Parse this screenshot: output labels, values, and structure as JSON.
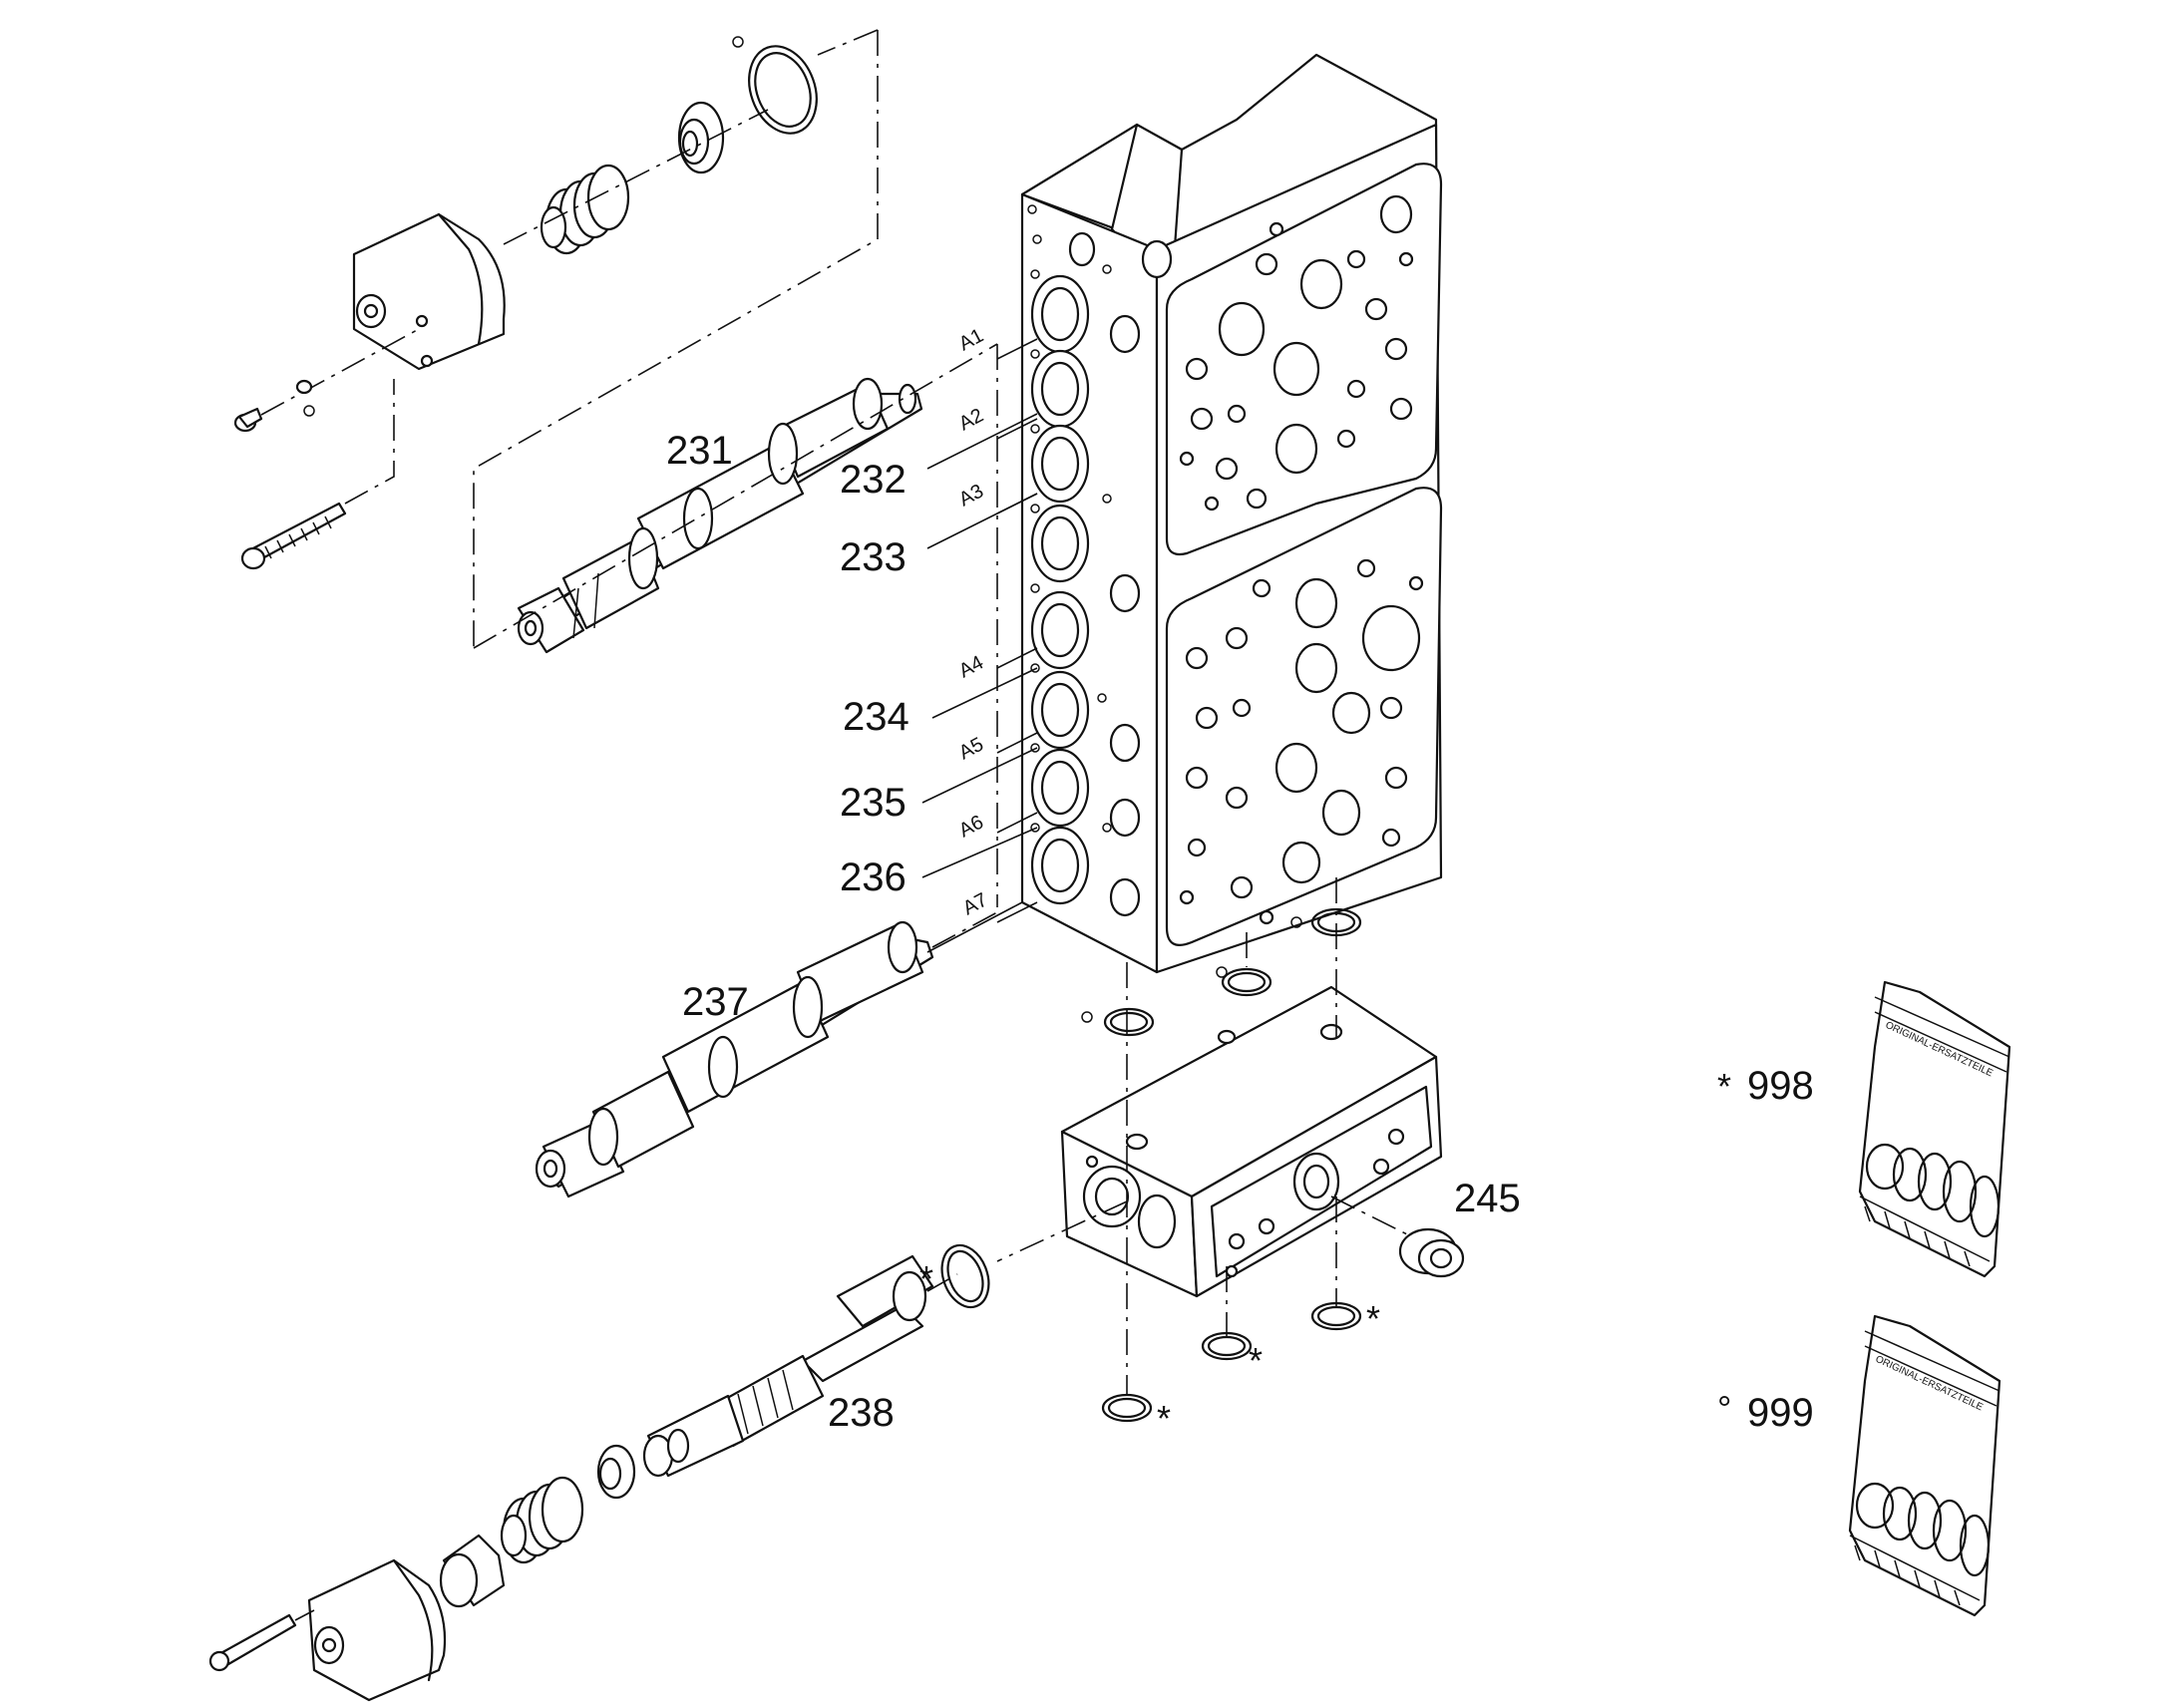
{
  "diagram": {
    "part_labels": [
      "231",
      "232",
      "233",
      "234",
      "235",
      "236",
      "237",
      "238",
      "245"
    ],
    "port_labels": [
      "A1",
      "A2",
      "A3",
      "A4",
      "A5",
      "A6",
      "A7"
    ],
    "kits": [
      {
        "marker": "*",
        "number": "998",
        "bag_text": "ORIGINAL-ERSATZTEILE"
      },
      {
        "marker": "°",
        "number": "999",
        "bag_text": "ORIGINAL-ERSATZTEILE"
      }
    ],
    "kit_symbols": {
      "seal_kit_marker": "*",
      "small_kit_marker": "°"
    }
  }
}
